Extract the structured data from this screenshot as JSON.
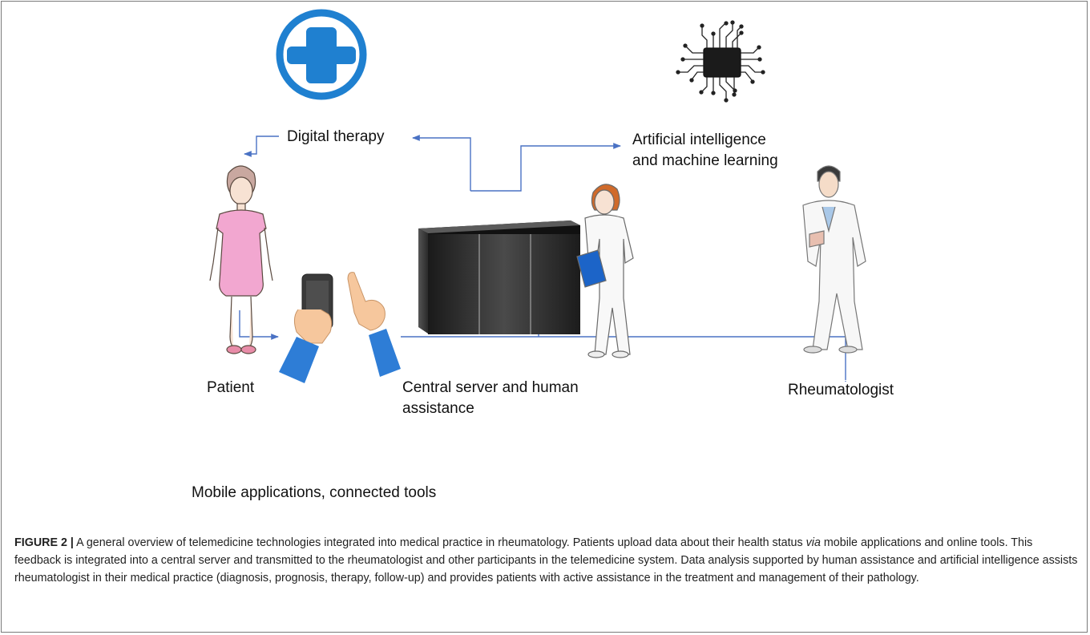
{
  "labels": {
    "digital_therapy": "Digital therapy",
    "ai_line1": "Artificial intelligence",
    "ai_line2": "and machine learning",
    "patient": "Patient",
    "server_line1": "Central server and human",
    "server_line2": "assistance",
    "rheumatologist": "Rheumatologist",
    "mobile": "Mobile applications, connected tools"
  },
  "caption": {
    "figure": "FIGURE 2 |",
    "text_before_via": " A general overview of telemedicine technologies integrated into medical practice in rheumatology. Patients upload data about their health status ",
    "via": "via",
    "text_after_via": " mobile applications and online tools. This feedback is integrated into a central server and transmitted to the rheumatologist and other participants in the telemedicine system. Data analysis supported by human assistance and artificial intelligence assists rheumatologist in their medical practice (diagnosis, prognosis, therapy, follow-up) and provides patients with active assistance in the treatment and management of their pathology."
  },
  "colors": {
    "arrow": "#4a72c4",
    "cross": "#1f80d0",
    "dress": "#f2a7d0",
    "sleeve": "#2e7dd6",
    "skin": "#f6c79d"
  },
  "icons": [
    "medical-cross-icon",
    "ai-chip-icon",
    "patient-figure",
    "server-rack-icon",
    "nurse-figure",
    "doctor-figure",
    "smartphone-hand-icon",
    "pointing-hand-icon"
  ]
}
